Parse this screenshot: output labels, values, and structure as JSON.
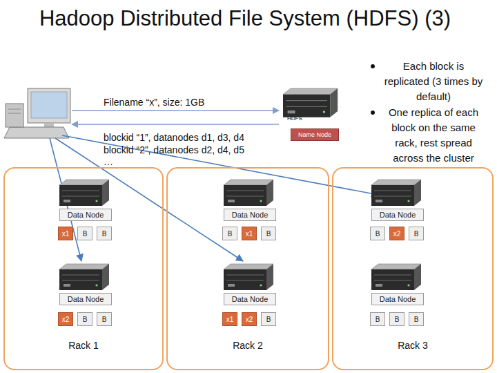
{
  "diagram": {
    "title": "Hadoop Distributed File System (HDFS) (3)",
    "nodes": [
      {
        "text": [
          "Name Node"
        ]
      },
      {
        "text": [
          "Rack 1"
        ]
      },
      {
        "text": [
          "Data Node"
        ],
        "in": 1
      },
      {
        "text": [
          "x1"
        ],
        "in": 1
      },
      {
        "text": [
          "B"
        ],
        "in": 1
      },
      {
        "text": [
          "B"
        ],
        "in": 1
      },
      {
        "text": [
          "Data Node"
        ],
        "in": 1
      },
      {
        "text": [
          "x2"
        ],
        "in": 1
      },
      {
        "text": [
          "B"
        ],
        "in": 1
      },
      {
        "text": [
          "B"
        ],
        "in": 1
      },
      {
        "text": [
          "Rack 2"
        ]
      },
      {
        "text": [
          "Data Node"
        ],
        "in": 10
      },
      {
        "text": [
          "B"
        ],
        "in": 10
      },
      {
        "text": [
          "x1"
        ],
        "in": 10
      },
      {
        "text": [
          "B"
        ],
        "in": 10
      },
      {
        "text": [
          "Data Node"
        ],
        "in": 10
      },
      {
        "text": [
          "x1"
        ],
        "in": 10
      },
      {
        "text": [
          "x2"
        ],
        "in": 10
      },
      {
        "text": [
          "B"
        ],
        "in": 10
      },
      {
        "text": [
          "Rack 3"
        ]
      },
      {
        "text": [
          "Data Node"
        ],
        "in": 19
      },
      {
        "text": [
          "B"
        ],
        "in": 19
      },
      {
        "text": [
          "x2"
        ],
        "in": 19
      },
      {
        "text": [
          "B"
        ],
        "in": 19
      },
      {
        "text": [
          "Data Node"
        ],
        "in": 19
      },
      {
        "text": [
          "B"
        ],
        "in": 19
      },
      {
        "text": [
          "B"
        ],
        "in": 19
      },
      {
        "text": [
          "B"
        ],
        "in": 19
      }
    ],
    "labels": [
      "HDFS",
      "Filename “x”, size: 1GB",
      "blockid “1”, datanodes d1, d3, d4",
      "blockid “2”, datanodes d2, d4, d5",
      "…",
      "Each block is replicated (3 times by default)",
      "One replica of each block on the same rack, rest spread across the cluster"
    ]
  }
}
